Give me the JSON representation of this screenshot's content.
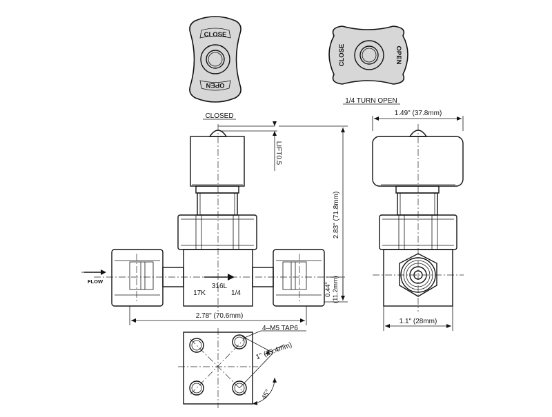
{
  "handle_top_closed": {
    "label_close": "CLOSE",
    "label_open": "OPEN",
    "caption": "CLOSED"
  },
  "handle_top_quarter": {
    "label_close": "CLOSE",
    "label_open": "OPEN",
    "caption": "1/4 TURN OPEN"
  },
  "front_view": {
    "lift_label": "LIFT0.5",
    "flow_label": "FLOW",
    "body_material": "316L",
    "body_rating": "17K",
    "body_size": "1/4",
    "height_dim": "2.83\" (71.8mm)",
    "port_height_dim_in": "0.44\"",
    "port_height_dim_mm": "(11.2mm)",
    "length_dim": "2.78\" (70.6mm)"
  },
  "side_view": {
    "width_dim": "1.49\" (37.8mm)",
    "body_width_dim": "1.1\" (28mm)"
  },
  "bottom_view": {
    "tap_label": "4–M5  TAP6",
    "bolt_dim": "1\" (25.4mm)",
    "angle_label": "45°"
  }
}
